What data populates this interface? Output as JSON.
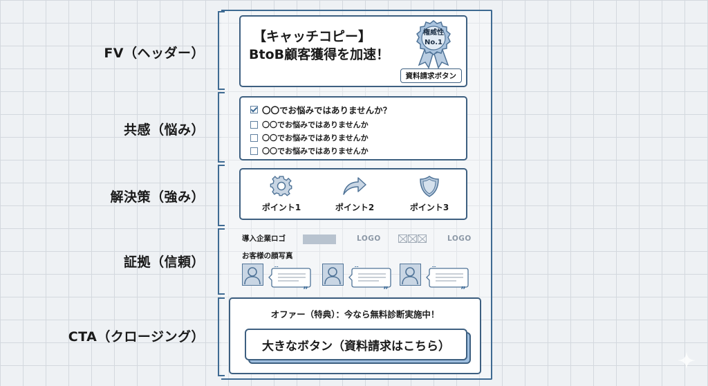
{
  "colors": {
    "frame": "#3e6a92",
    "section_border": "#3d5f80",
    "icon_fill": "#c9d6e4",
    "button_shadow": "#9fbfe0",
    "grid_bg": "#eef1f4",
    "grid_line": "#d3d8de"
  },
  "labels": {
    "fv": "FV（ヘッダー）",
    "empathy": "共感（悩み）",
    "solution": "解決策（強み）",
    "evidence": "証拠（信頼）",
    "cta": "CTA（クロージング）"
  },
  "fv": {
    "catch_line1": "【キャッチコピー】",
    "catch_line2": "BtoB顧客獲得を加速！",
    "badge_line1": "権威性",
    "badge_line2": "No.1",
    "badge_icon": "award-ribbon-icon",
    "button_label": "資料請求ボタン"
  },
  "empathy": {
    "heading": "〇〇でお悩みではありませんか？",
    "heading_checked": true,
    "items": [
      "〇〇でお悩みではありませんか",
      "〇〇でお悩みではありませんか",
      "〇〇でお悩みではありませんか"
    ]
  },
  "solution": {
    "points": [
      {
        "label": "ポイント1",
        "icon": "gear-icon"
      },
      {
        "label": "ポイント2",
        "icon": "arrow-share-icon"
      },
      {
        "label": "ポイント3",
        "icon": "shield-icon"
      }
    ]
  },
  "evidence": {
    "logos_title": "導入企業ロゴ",
    "logos": [
      "",
      "LOGO",
      "",
      "LOGO"
    ],
    "faces_title": "お客様の顔写真",
    "testimonials": 3
  },
  "cta": {
    "offer": "オファー（特典）：今なら無料診断実施中！",
    "button_label": "大きなボタン（資料請求はこちら）"
  }
}
